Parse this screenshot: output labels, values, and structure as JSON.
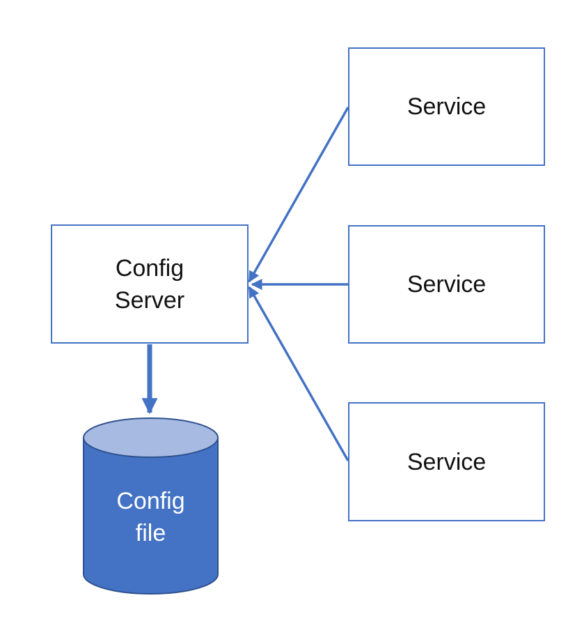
{
  "colors": {
    "accent": "#4472C4",
    "cylinder_body": "#4472C4",
    "cylinder_top": "#A6BAE2",
    "cylinder_outline": "#2F528F",
    "box_fill": "#FFFFFF",
    "text": "#111111",
    "cylinder_text": "#FFFFFF",
    "background": "#FFFFFF"
  },
  "nodes": {
    "config_server": {
      "lines": [
        "Config",
        "Server"
      ]
    },
    "service_top": {
      "label": "Service"
    },
    "service_middle": {
      "label": "Service"
    },
    "service_bottom": {
      "label": "Service"
    },
    "config_file": {
      "lines": [
        "Config",
        "file"
      ]
    }
  },
  "edges": [
    {
      "from": "service-top",
      "to": "config-server",
      "arrow_at": "config-server"
    },
    {
      "from": "service-middle",
      "to": "config-server",
      "arrow_at": "config-server"
    },
    {
      "from": "service-bottom",
      "to": "config-server",
      "arrow_at": "config-server"
    },
    {
      "from": "config-server",
      "to": "config-file",
      "arrow_at": "config-file"
    }
  ]
}
